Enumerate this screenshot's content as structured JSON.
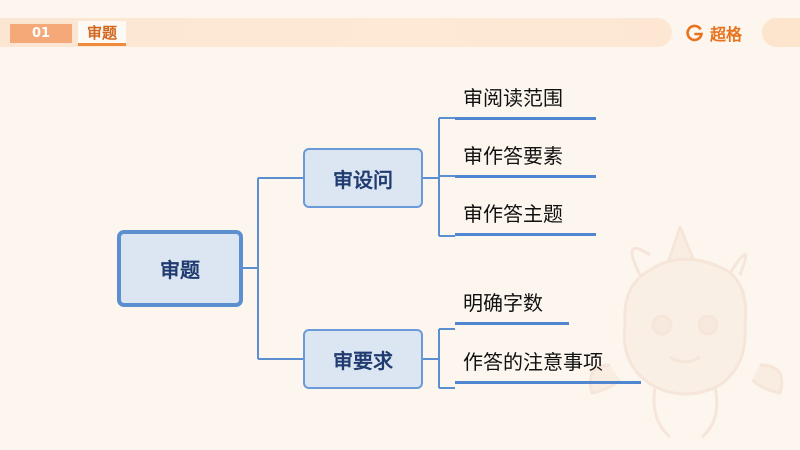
{
  "header": {
    "section_number": "01",
    "section_title": "审题",
    "brand_name": "超格",
    "brand_color": "#e8731f"
  },
  "mindmap": {
    "root": "审题",
    "branches": [
      {
        "label": "审设问",
        "children": [
          "审阅读范围",
          "审作答要素",
          "审作答主题"
        ]
      },
      {
        "label": "审要求",
        "children": [
          "明确字数",
          "作答的注意事项"
        ]
      }
    ],
    "node_fill": "#dce6f3",
    "line_color": "#5b8fd0"
  }
}
